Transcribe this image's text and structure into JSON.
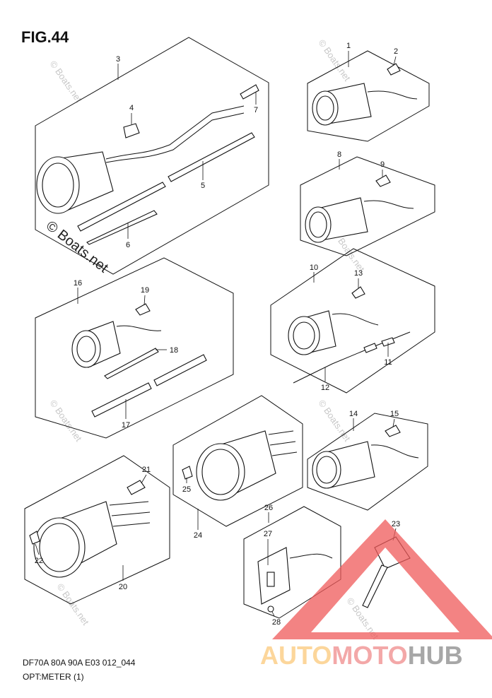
{
  "figure": {
    "title": "FIG.44"
  },
  "footer": {
    "line1": "DF70A 80A 90A E03 012_044",
    "line2": "OPT:METER (1)"
  },
  "callouts": [
    "1",
    "2",
    "3",
    "4",
    "5",
    "6",
    "7",
    "8",
    "9",
    "10",
    "11",
    "12",
    "13",
    "14",
    "15",
    "16",
    "17",
    "18",
    "19",
    "20",
    "21",
    "22",
    "23",
    "24",
    "25",
    "26",
    "27",
    "28"
  ],
  "watermark": {
    "text": "© Boats.net"
  },
  "logo": {
    "part1": "AUTO",
    "part2": "MOTO",
    "part3": "HUB",
    "color1": "#fcc97a",
    "color2": "#f08c8c",
    "color3": "#8a8a8a",
    "triangle_color": "#ef5a5a"
  }
}
